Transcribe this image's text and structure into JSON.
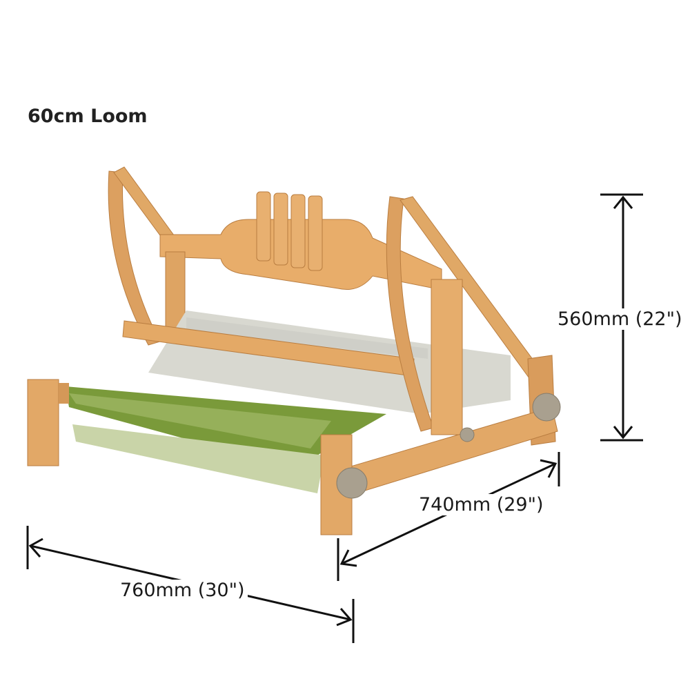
{
  "title": "60cm Loom",
  "dimensions": {
    "height": "560mm (22\")",
    "depth": "740mm (29\")",
    "width": "760mm (30\")"
  },
  "colors": {
    "wood": "#e2a867",
    "wood_dark": "#c98a4a",
    "weave_green": "#7a9a3a",
    "arrow": "#111111"
  }
}
